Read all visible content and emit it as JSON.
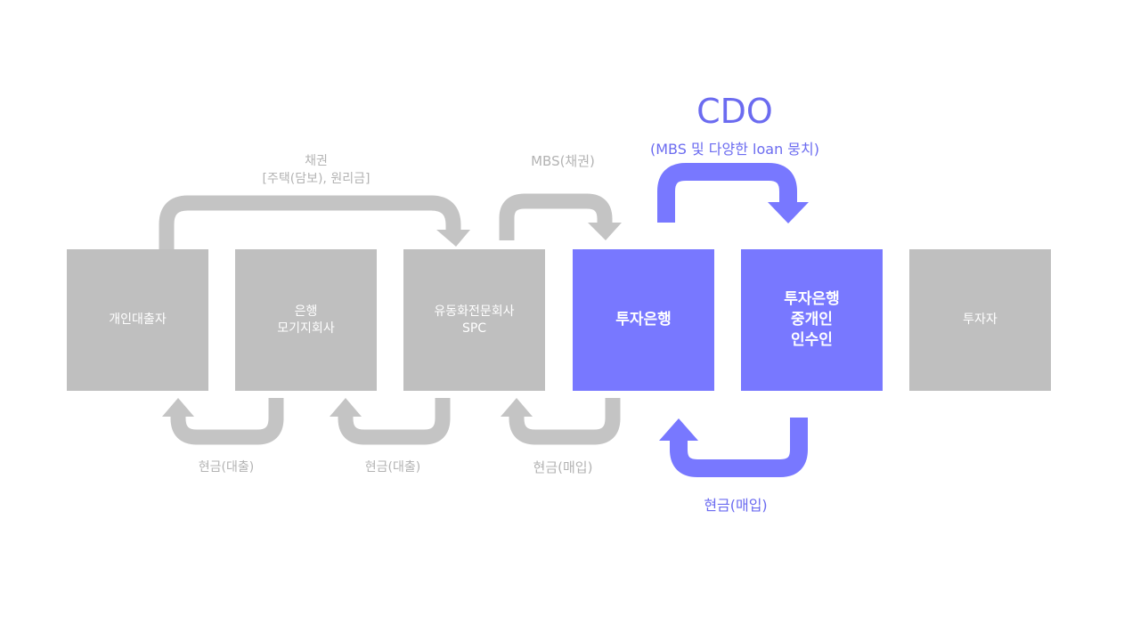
{
  "colors": {
    "gray_box": "#bfbfbf",
    "gray_arrow": "#c4c4c4",
    "blue": "#7878ff",
    "blue_text": "#6b6bf0"
  },
  "boxes": [
    {
      "lines": [
        "개인대출자"
      ]
    },
    {
      "lines": [
        "은행",
        "모기지회사"
      ]
    },
    {
      "lines": [
        "유동화전문회사",
        "SPC"
      ]
    },
    {
      "lines": [
        "투자은행"
      ]
    },
    {
      "lines": [
        "투자은행",
        "중개인",
        "인수인"
      ]
    },
    {
      "lines": [
        "투자자"
      ]
    }
  ],
  "labels": {
    "bond_title": "채권",
    "bond_sub": "[주택(담보), 원리금]",
    "mbs": "MBS(채권)",
    "cdo_title": "CDO",
    "cdo_sub": "(MBS 및 다양한 loan 뭉치)",
    "cash_loan_1": "현금(대출)",
    "cash_loan_2": "현금(대출)",
    "cash_buy_1": "현금(매입)",
    "cash_buy_2": "현금(매입)"
  }
}
